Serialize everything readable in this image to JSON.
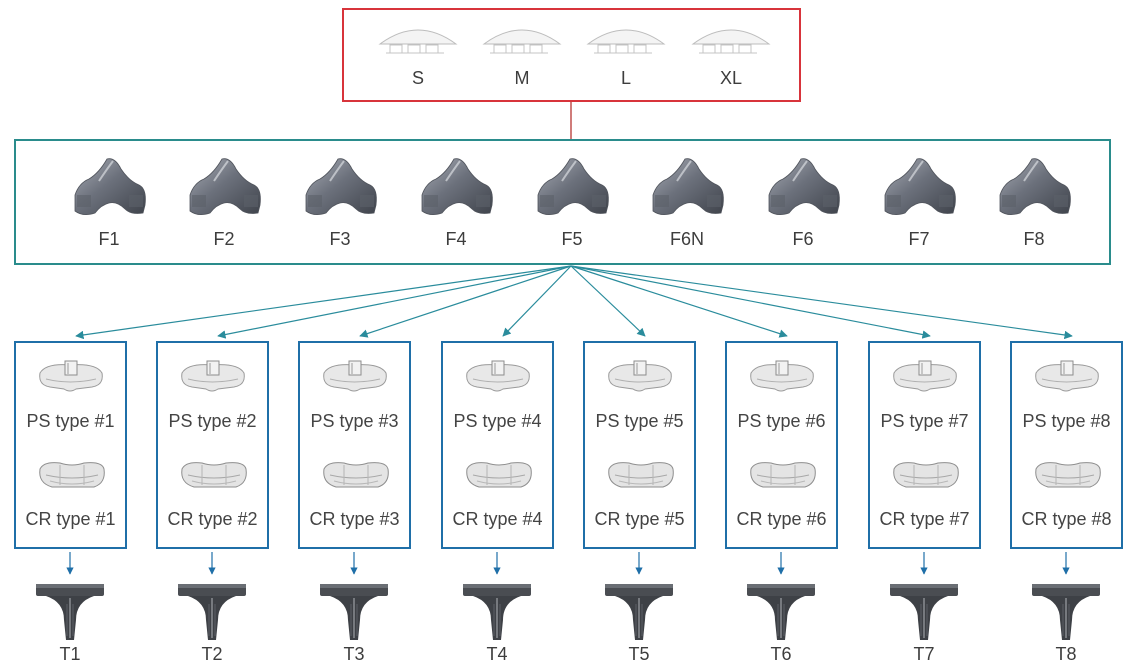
{
  "patella_sizes": [
    "S",
    "M",
    "L",
    "XL"
  ],
  "femoral_components": [
    "F1",
    "F2",
    "F3",
    "F4",
    "F5",
    "F6N",
    "F6",
    "F7",
    "F8"
  ],
  "inserts": [
    {
      "ps": "PS type #1",
      "cr": "CR type #1",
      "tibial": "T1"
    },
    {
      "ps": "PS type #2",
      "cr": "CR type #2",
      "tibial": "T2"
    },
    {
      "ps": "PS type #3",
      "cr": "CR type #3",
      "tibial": "T3"
    },
    {
      "ps": "PS type #4",
      "cr": "CR type #4",
      "tibial": "T4"
    },
    {
      "ps": "PS type #5",
      "cr": "CR type #5",
      "tibial": "T5"
    },
    {
      "ps": "PS type #6",
      "cr": "CR type #6",
      "tibial": "T6"
    },
    {
      "ps": "PS type #7",
      "cr": "CR type #7",
      "tibial": "T7"
    },
    {
      "ps": "PS type #8",
      "cr": "CR type #8",
      "tibial": "T8"
    }
  ],
  "colors": {
    "patella_border": "#d8343b",
    "femoral_border": "#2a8c8c",
    "insert_border": "#1f6fa8",
    "arrow": "#2a8c9c"
  }
}
